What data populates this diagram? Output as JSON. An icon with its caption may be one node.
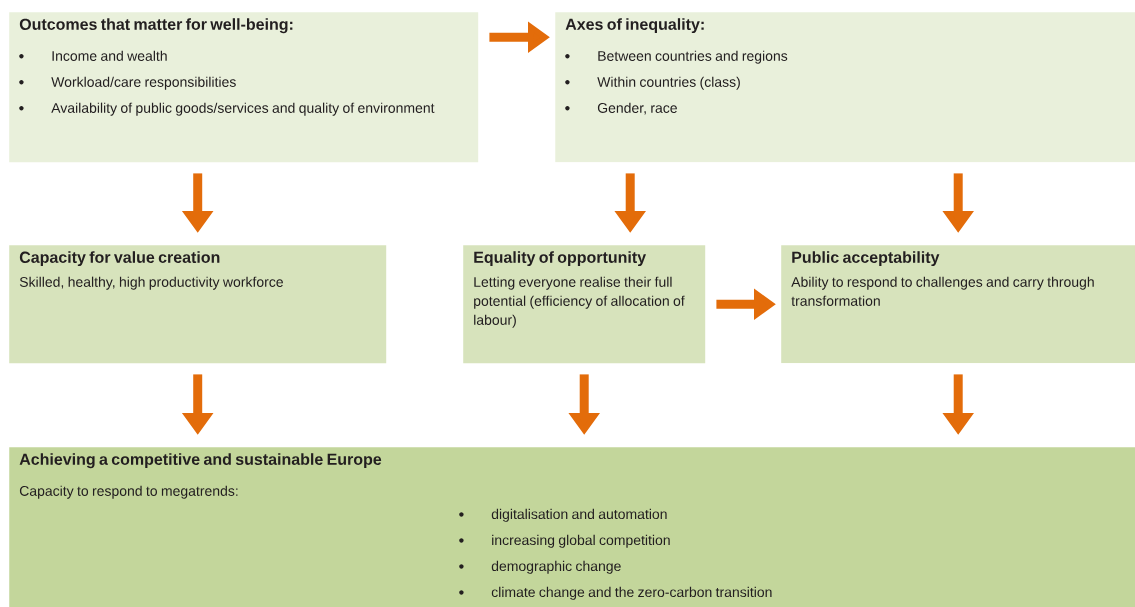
{
  "diagram": {
    "nodes": [
      {
        "text": [
          "Outcomes that matter for well-being:",
          "Income and wealth",
          "Workload/care responsibilities",
          "Availability of public goods/services and quality of environment"
        ]
      },
      {
        "text": [
          "Axes of inequality:",
          "Between countries and regions",
          "Within countries (class)",
          "Gender, race"
        ]
      },
      {
        "text": [
          "Capacity for value creation",
          "Skilled, healthy, high productivity workforce"
        ]
      },
      {
        "text": [
          "Equality of opportunity",
          "Letting everyone realise their full potential (efficiency of allocation of labour)"
        ]
      },
      {
        "text": [
          "Public acceptability",
          "Ability to respond to challenges and carry through transformation"
        ]
      },
      {
        "text": [
          "Achieving a competitive and sustainable Europe",
          "Capacity to respond to megatrends:",
          "digitalisation and automation",
          "increasing global competition",
          "demographic change",
          "climate change and the zero-carbon transition"
        ]
      }
    ],
    "edges": [
      {
        "from": 0,
        "to": 1,
        "arrow": "to"
      },
      {
        "from": 0,
        "to": 2,
        "arrow": "to"
      },
      {
        "from": 1,
        "to": 3,
        "arrow": "to"
      },
      {
        "from": 1,
        "to": 4,
        "arrow": "to"
      },
      {
        "from": 3,
        "to": 4,
        "arrow": "to"
      },
      {
        "from": 2,
        "to": 5,
        "arrow": "to"
      },
      {
        "from": 3,
        "to": 5,
        "arrow": "to"
      },
      {
        "from": 4,
        "to": 5,
        "arrow": "to"
      }
    ]
  }
}
